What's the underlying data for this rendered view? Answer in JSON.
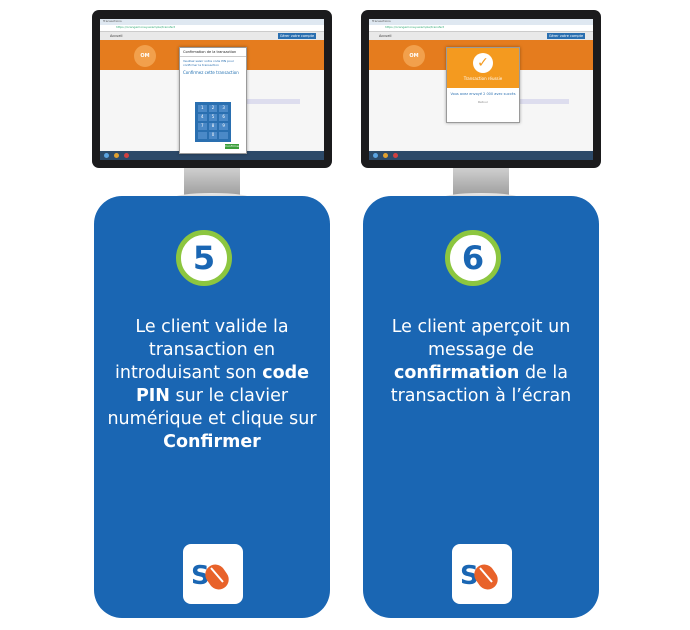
{
  "panels": [
    {
      "step": "5",
      "caption_parts": [
        {
          "text": "Le client valide la transaction en introduisant son ",
          "bold": false
        },
        {
          "text": "code PIN",
          "bold": true
        },
        {
          "text": " sur le clavier numérique et clique sur ",
          "bold": false
        },
        {
          "text": "Confirmer",
          "bold": true
        }
      ],
      "screen": {
        "tab": "Transactions",
        "url": "https://orangemoney.example/transfert",
        "nav_left": "Accueil",
        "nav_button": "Gérer votre compte",
        "dialog_title": "Confirmation de la transaction",
        "dialog_text": "Veuillez saisir votre code PIN pour confirmer la transaction",
        "dialog_link": "Confirmez cette transaction",
        "keys": [
          "1",
          "2",
          "3",
          "4",
          "5",
          "6",
          "7",
          "8",
          "9",
          "",
          "0",
          ""
        ],
        "ok_label": "Confirmer"
      }
    },
    {
      "step": "6",
      "caption_parts": [
        {
          "text": "Le client aperçoit un message de ",
          "bold": false
        },
        {
          "text": "confirmation",
          "bold": true
        },
        {
          "text": " de la transaction à l’écran",
          "bold": false
        }
      ],
      "screen": {
        "tab": "Transactions",
        "url": "https://orangemoney.example/transfert",
        "nav_left": "Accueil",
        "nav_button": "Gérer votre compte",
        "dialog_title": "Transaction réussie",
        "dialog_text": "Vous avez envoyé 2 000 avec succès",
        "dialog_small": "Retour",
        "section_title": "Transferts disponibles"
      }
    }
  ],
  "colors": {
    "card": "#1a66b3",
    "ring": "#8cc63f",
    "banner": "#e57c1e",
    "success": "#f49a1f"
  },
  "icons": {
    "logo": "mouse-logo-icon",
    "success": "checkmark-icon"
  }
}
